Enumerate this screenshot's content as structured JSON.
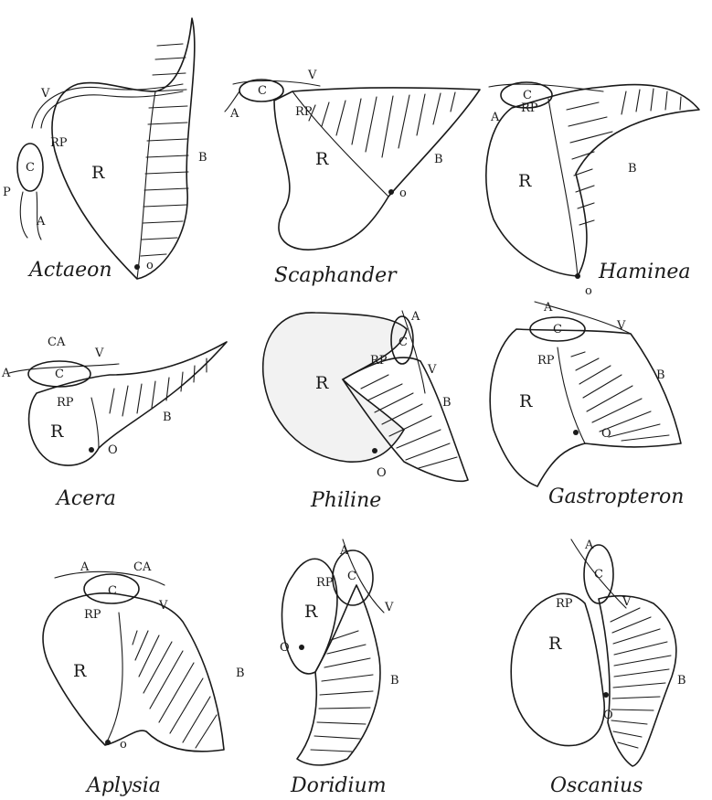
{
  "panels": [
    {
      "name": "Actaeon"
    },
    {
      "name": "Scaphander"
    },
    {
      "name": "Haminea"
    },
    {
      "name": "Acera"
    },
    {
      "name": "Philine"
    },
    {
      "name": "Gastropteron"
    },
    {
      "name": "Aplysia"
    },
    {
      "name": "Doridium"
    },
    {
      "name": "Oscanius"
    }
  ],
  "labels": {
    "R": "R",
    "RP": "RP",
    "B": "B",
    "C": "C",
    "CA": "CA",
    "V": "V",
    "A": "A",
    "P": "P",
    "O": "O",
    "o": "o"
  }
}
